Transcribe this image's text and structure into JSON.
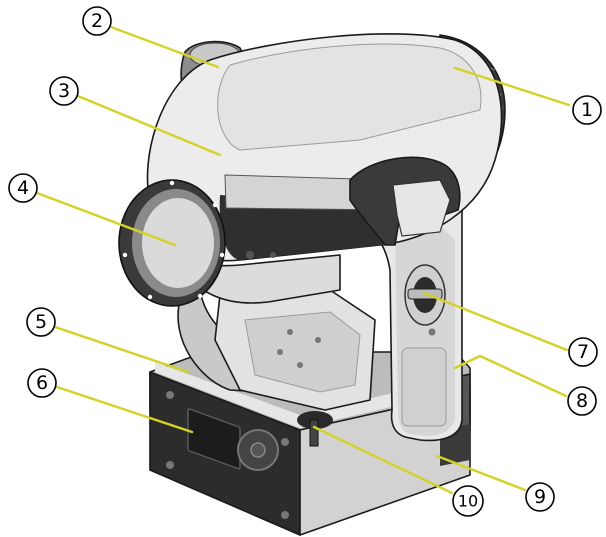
{
  "colors": {
    "leader": "#d4d224",
    "body_light": "#eaeaea",
    "body_mid": "#cfcfcf",
    "body_dark": "#9a9a9a",
    "lens": "#d9d9d9",
    "base_dark": "#2c2c2c",
    "outline": "#1a1a1a"
  },
  "callouts": [
    {
      "id": "c1",
      "number": "1"
    },
    {
      "id": "c2",
      "number": "2"
    },
    {
      "id": "c3",
      "number": "3"
    },
    {
      "id": "c4",
      "number": "4"
    },
    {
      "id": "c5",
      "number": "5"
    },
    {
      "id": "c6",
      "number": "6"
    },
    {
      "id": "c7",
      "number": "7"
    },
    {
      "id": "c8",
      "number": "8"
    },
    {
      "id": "c9",
      "number": "9"
    },
    {
      "id": "c10",
      "number": "10"
    }
  ]
}
